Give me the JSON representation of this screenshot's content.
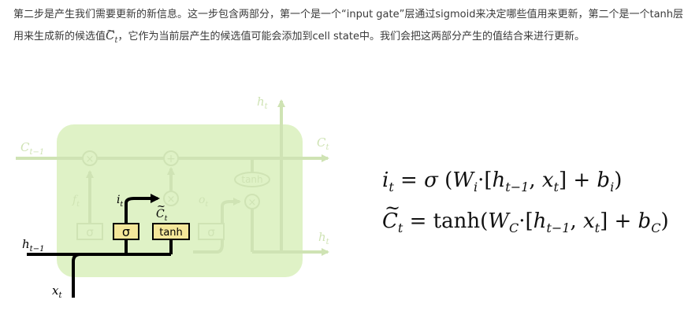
{
  "article": {
    "text_part1": "第二步是产生我们需要更新的新信息。这一步包含两部分，第一个是一个“input gate”层通过sigmoid来决定哪些值用来更新，第二个是一个tanh层用来生成新的候选值",
    "text_symbol": "C",
    "text_symbol_sub": "t",
    "text_part2": "，它作为当前层产生的候选值可能会添加到cell state中。我们会把这两部分产生的值结合来进行更新。"
  },
  "diagram": {
    "label_h_top": "h",
    "label_h_top_sub": "t",
    "label_c_prev": "C",
    "label_c_prev_sub": "t−1",
    "label_c_out": "C",
    "label_c_out_sub": "t",
    "label_h_prev": "h",
    "label_h_prev_sub": "t−1",
    "label_h_out": "h",
    "label_h_out_sub": "t",
    "label_x": "x",
    "label_x_sub": "t",
    "label_f": "f",
    "label_f_sub": "t",
    "label_i": "i",
    "label_i_sub": "t",
    "label_o": "o",
    "label_o_sub": "t",
    "label_ct": "C",
    "label_ct_sub": "t",
    "gate_sigma": "σ",
    "gate_tanh": "tanh",
    "op_mult": "×",
    "op_add": "+",
    "colors": {
      "cell_bg": "#dff2c6",
      "faded_line": "#cfe3b4",
      "highlight_box": "#f4e79a",
      "dark_line": "#000000"
    }
  },
  "formulas": {
    "f1_lhs": "i",
    "f1_lhs_sub": "t",
    "f1_eq": " = ",
    "f1_sigma": "σ",
    "f1_rest_a": " (",
    "f1_w": "W",
    "f1_w_sub": "i",
    "f1_dot": "·[",
    "f1_h": "h",
    "f1_h_sub": "t−1",
    "f1_comma": ", ",
    "f1_x": "x",
    "f1_x_sub": "t",
    "f1_close": "]  +  ",
    "f1_b": "b",
    "f1_b_sub": "i",
    "f1_end": ")",
    "f2_lhs": "C",
    "f2_lhs_sub": "t",
    "f2_eq": " = ",
    "f2_fn": "tanh(",
    "f2_w": "W",
    "f2_w_sub": "C",
    "f2_dot": "·[",
    "f2_h": "h",
    "f2_h_sub": "t−1",
    "f2_comma": ", ",
    "f2_x": "x",
    "f2_x_sub": "t",
    "f2_close": "]  +  ",
    "f2_b": "b",
    "f2_b_sub": "C",
    "f2_end": ")"
  }
}
